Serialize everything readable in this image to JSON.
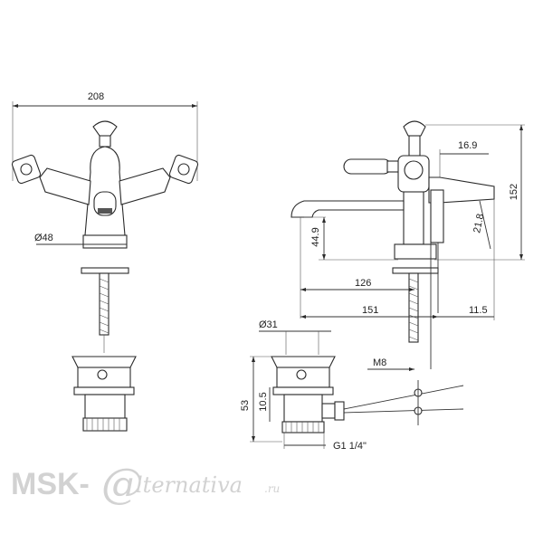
{
  "front_view": {
    "width_dim": "208",
    "base_diameter_dim": "Ø48"
  },
  "side_view": {
    "height_dim": "152",
    "handle_offset_dim": "16.9",
    "lever_dim": "21.8",
    "spout_height_dim": "44.9",
    "reach_dim": "126",
    "overall_dim": "151",
    "rear_offset_dim": "11.5",
    "rod_thread_dim": "M8"
  },
  "waste_view": {
    "diameter_dim": "Ø31",
    "height_dim": "53",
    "flange_dim": "10.5",
    "thread_dim": "G1 1/4\""
  },
  "watermark": {
    "prefix": "MSK-",
    "at": "@",
    "suffix": "lternativa",
    "domain": ".ru"
  }
}
